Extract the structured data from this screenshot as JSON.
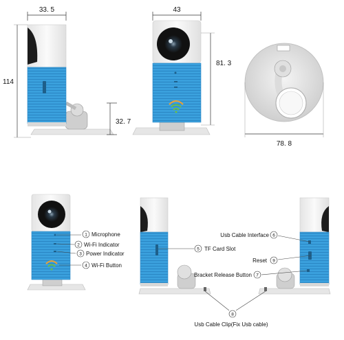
{
  "dimensions": {
    "side_width": "33. 5",
    "side_height": "114",
    "base_height": "32. 7",
    "front_width": "43",
    "front_height": "81. 3",
    "base_diameter": "78. 8"
  },
  "callouts": [
    {
      "number": "1",
      "label": "Microphone"
    },
    {
      "number": "2",
      "label": "Wi-Fi Indicator"
    },
    {
      "number": "3",
      "label": "Power Indicator"
    },
    {
      "number": "4",
      "label": "Wi-Fi Button"
    },
    {
      "number": "5",
      "label": "TF Card Slot"
    },
    {
      "number": "6",
      "label": "Usb Cable Interface"
    },
    {
      "number": "7",
      "label": "Bracket Release Button"
    },
    {
      "number": "8",
      "label": "Usb Cable Clip(Fix Usb cable)"
    },
    {
      "number": "9",
      "label": "Reset"
    }
  ],
  "colors": {
    "body_blue": "#3aa0dd",
    "body_blue_dark": "#2a86c4",
    "white_part": "#f2f2f2",
    "lens_dark": "#1c1c1c",
    "wifi_green": "#6cbd45",
    "wifi_orange": "#f0a030",
    "base_grey": "#d8d8d8"
  }
}
